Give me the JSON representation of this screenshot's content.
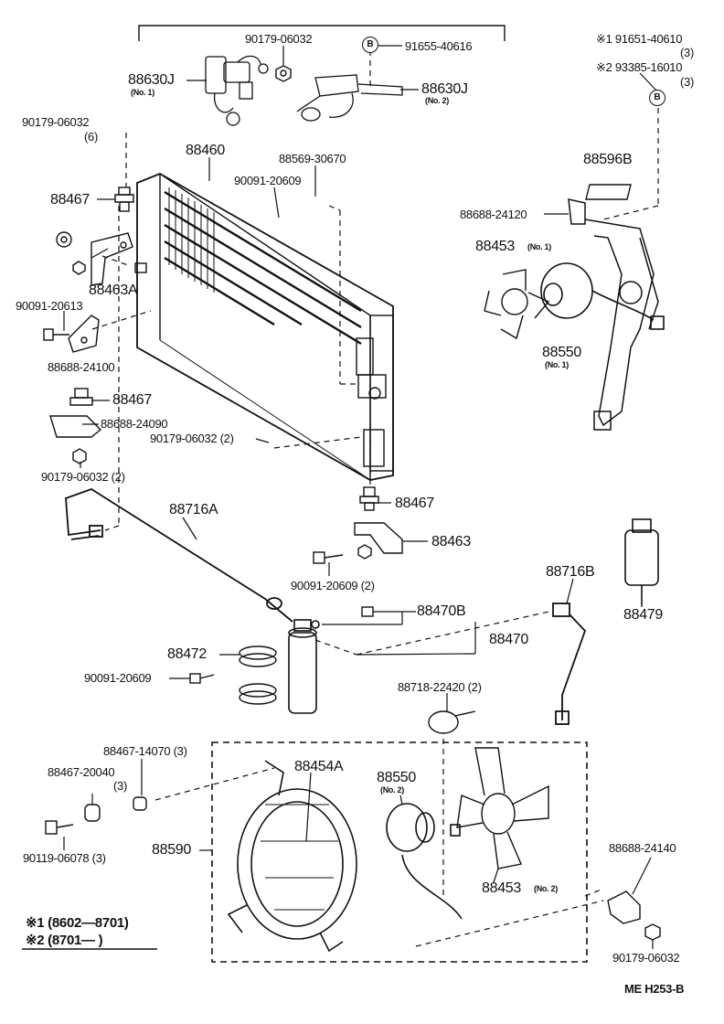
{
  "parts": {
    "p_90179_06032_top": "90179-06032",
    "p_91655_40616": "91655-40616",
    "p_88630J_1": "88630J",
    "p_88630J_1_sub": "(No. 1)",
    "p_88630J_2": "88630J",
    "p_88630J_2_sub": "(No. 2)",
    "p_91651_40610": "※1 91651-40610",
    "p_91651_40610_qty": "(3)",
    "p_93385_16010": "※2 93385-16010",
    "p_93385_16010_qty": "(3)",
    "p_90179_06032_left": "90179-06032",
    "p_90179_06032_left_qty": "(6)",
    "p_88460": "88460",
    "p_88569_30670": "88569-30670",
    "p_90091_20609_a": "90091-20609",
    "p_88596B": "88596B",
    "p_88688_24120": "88688-24120",
    "p_88467_a": "88467",
    "p_88453_1": "88453",
    "p_88453_1_sub": "(No. 1)",
    "p_88463A": "88463A",
    "p_90091_20613": "90091-20613",
    "p_88688_24100": "88688-24100",
    "p_88550_1": "88550",
    "p_88550_1_sub": "(No. 1)",
    "p_88467_b": "88467",
    "p_88688_24090": "88688-24090",
    "p_90179_06032_mid": "90179-06032 (2)",
    "p_90179_06032_low": "90179-06032 (2)",
    "p_88467_c": "88467",
    "p_88716A": "88716A",
    "p_88463": "88463",
    "p_90091_20609_b": "90091-20609 (2)",
    "p_88716B": "88716B",
    "p_88479": "88479",
    "p_88470B": "88470B",
    "p_88470": "88470",
    "p_88472": "88472",
    "p_90091_20609_c": "90091-20609",
    "p_88718_22420": "88718-22420 (2)",
    "p_88467_14070": "88467-14070 (3)",
    "p_88467_20040": "88467-20040",
    "p_88467_20040_qty": "(3)",
    "p_88454A": "88454A",
    "p_88550_2": "88550",
    "p_88550_2_sub": "(No. 2)",
    "p_88590": "88590",
    "p_90119_06078": "90119-06078 (3)",
    "p_88453_2": "88453",
    "p_88453_2_sub": "(No. 2)",
    "p_88688_24140": "88688-24140",
    "p_90179_06032_br": "90179-06032"
  },
  "circle_marks": {
    "b1": "B",
    "b2": "B"
  },
  "legend": {
    "line1": "※1 (8602—8701)",
    "line2": "※2 (8701—        )"
  },
  "footer": {
    "code": "ME  H253-B"
  }
}
